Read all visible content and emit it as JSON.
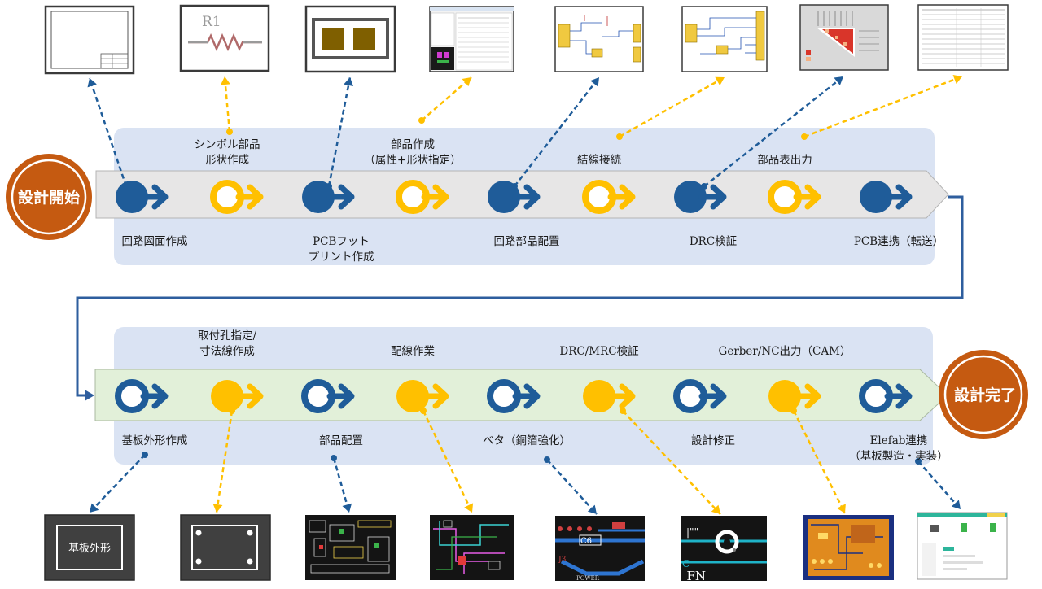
{
  "start_label": "設計開始",
  "end_label": "設計完了",
  "colors": {
    "blue": "#1f5c99",
    "yellow": "#ffc000",
    "band": "#dae3f3",
    "arrow1": "#e7e6e6",
    "arrow2": "#e2f0d9",
    "circle": "#c55a11",
    "connector": "#2e5e9e"
  },
  "row1": [
    {
      "label": "回路図面作成",
      "pos": "below",
      "style": "filled",
      "color": "blue",
      "thumb": "title-frame",
      "thumb_pos": "top"
    },
    {
      "label": "シンボル部品\n形状作成",
      "pos": "above",
      "style": "ring",
      "color": "yellow",
      "thumb": "resistor",
      "thumb_pos": "top"
    },
    {
      "label": "PCBフット\nプリント作成",
      "pos": "below",
      "style": "filled",
      "color": "blue",
      "thumb": "footprint",
      "thumb_pos": "top"
    },
    {
      "label": "部品作成\n（属性+形状指定）",
      "pos": "above",
      "style": "ring",
      "color": "yellow",
      "thumb": "editor",
      "thumb_pos": "top"
    },
    {
      "label": "回路部品配置",
      "pos": "below",
      "style": "filled",
      "color": "blue",
      "thumb": "schem1",
      "thumb_pos": "top"
    },
    {
      "label": "結線接続",
      "pos": "above",
      "style": "ring",
      "color": "yellow",
      "thumb": "schem2",
      "thumb_pos": "top"
    },
    {
      "label": "DRC検証",
      "pos": "below",
      "style": "filled",
      "color": "blue",
      "thumb": "matrix",
      "thumb_pos": "top"
    },
    {
      "label": "部品表出力",
      "pos": "above",
      "style": "ring",
      "color": "yellow",
      "thumb": "bom",
      "thumb_pos": "top"
    },
    {
      "label": "PCB連携（転送）",
      "pos": "below",
      "style": "filled",
      "color": "blue",
      "thumb": "",
      "thumb_pos": ""
    }
  ],
  "row2": [
    {
      "label": "基板外形作成",
      "pos": "below",
      "style": "ring",
      "color": "blue",
      "thumb": "board-outline",
      "thumb_pos": "bottom"
    },
    {
      "label": "取付孔指定/\n寸法線作成",
      "pos": "above",
      "style": "filled",
      "color": "yellow",
      "thumb": "holes",
      "thumb_pos": "bottom"
    },
    {
      "label": "部品配置",
      "pos": "below",
      "style": "ring",
      "color": "blue",
      "thumb": "pcb1",
      "thumb_pos": "bottom"
    },
    {
      "label": "配線作業",
      "pos": "above",
      "style": "filled",
      "color": "yellow",
      "thumb": "pcb2",
      "thumb_pos": "bottom"
    },
    {
      "label": "ベタ（銅箔強化）",
      "pos": "below",
      "style": "ring",
      "color": "blue",
      "thumb": "pcb3",
      "thumb_pos": "bottom"
    },
    {
      "label": "DRC/MRC検証",
      "pos": "above",
      "style": "filled",
      "color": "yellow",
      "thumb": "pcb4",
      "thumb_pos": "bottom"
    },
    {
      "label": "設計修正",
      "pos": "below",
      "style": "ring",
      "color": "blue",
      "thumb": "pcb5",
      "thumb_pos": "bottom"
    },
    {
      "label": "Gerber/NC出力（CAM）",
      "pos": "above",
      "style": "filled",
      "color": "yellow",
      "thumb": "pcb6",
      "thumb_pos": "bottom"
    },
    {
      "label": "Elefab連携\n（基板製造・実装）",
      "pos": "below",
      "style": "ring",
      "color": "blue",
      "thumb": "web",
      "thumb_pos": "bottom"
    }
  ],
  "thumb_texts": {
    "resistor": "R1",
    "board_outline": "基板外形",
    "pcb3_c": "C6",
    "pcb3_j": "J3",
    "pcb3_power": "POWER",
    "pcb4_mark": "|\"\"",
    "pcb4_fn": "_FN",
    "pcb4_c": "C"
  }
}
